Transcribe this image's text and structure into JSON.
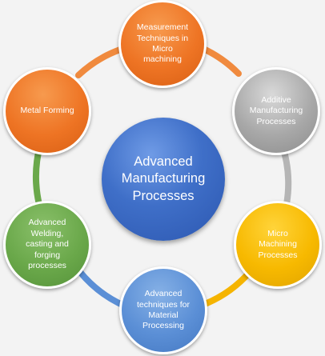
{
  "center": {
    "label": "Advanced\nManufacturing\nProcesses"
  },
  "nodes": [
    {
      "label": "Measurement\nTechniques in\nMicro\nmachining"
    },
    {
      "label": "Additive\nManufacturing\nProcesses"
    },
    {
      "label": "Micro\nMachining\nProcesses"
    },
    {
      "label": "Advanced\ntechniques for\nMaterial\nProcessing"
    },
    {
      "label": "Advanced\nWelding,\ncasting and\nforging\nprocesses"
    },
    {
      "label": "Metal Forming"
    }
  ],
  "colors": {
    "orange": "#ee7424",
    "gray": "#a8a8a8",
    "yellow": "#f7b900",
    "blue": "#5b8fd6",
    "green": "#6aa84a",
    "center": "#3f6fc8"
  }
}
